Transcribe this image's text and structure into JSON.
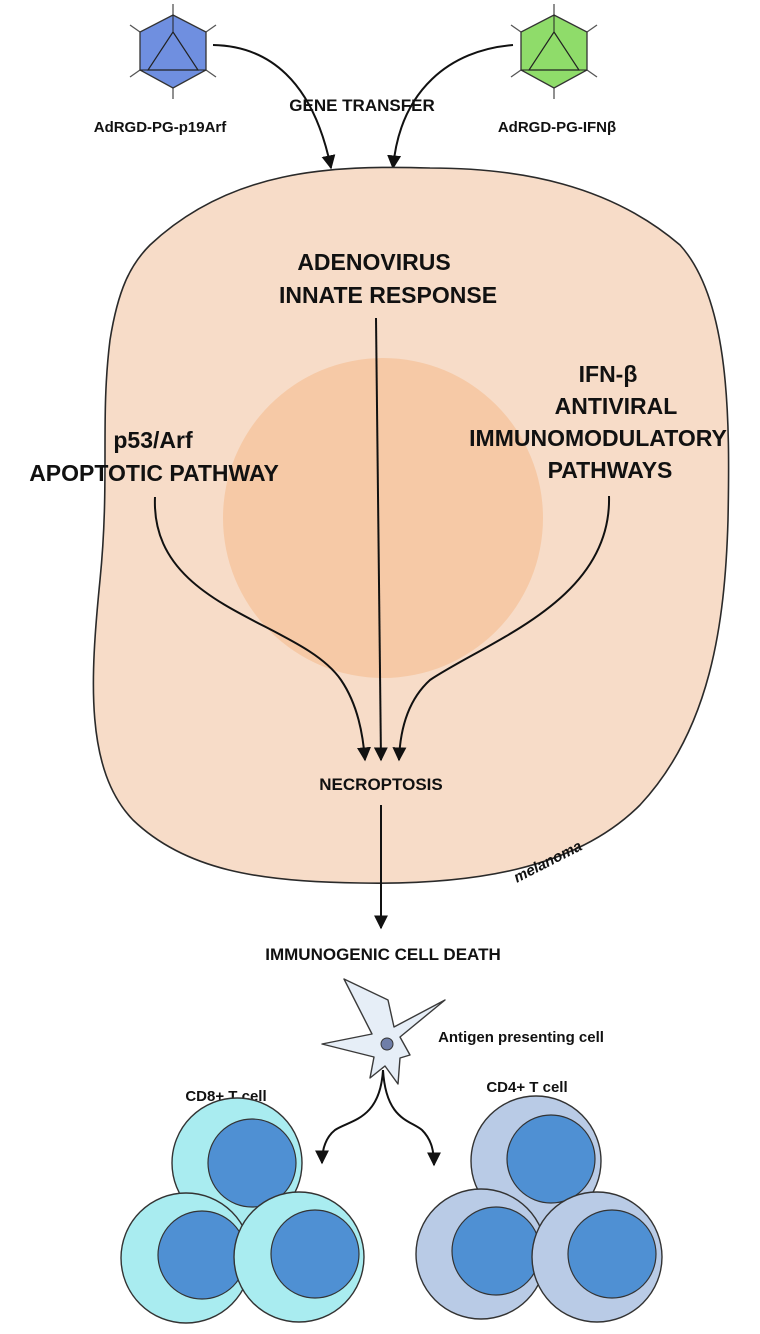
{
  "labels": {
    "vector_left": "AdRGD-PG-p19Arf",
    "vector_right": "AdRGD-PG-IFNβ",
    "gene_transfer": "GENE TRANSFER",
    "innate_line1": "ADENOVIRUS",
    "innate_line2": "INNATE RESPONSE",
    "p53_line1": "p53/Arf",
    "p53_line2": "APOPTOTIC PATHWAY",
    "ifn_line1": "IFN-β",
    "ifn_line2": "ANTIVIRAL",
    "ifn_line3": "IMMUNOMODULATORY",
    "ifn_line4": "PATHWAYS",
    "necroptosis": "NECROPTOSIS",
    "melanoma": "melanoma",
    "icd": "IMMUNOGENIC CELL DEATH",
    "apc": "Antigen presenting cell",
    "cd8": "CD8+ T cell",
    "cd4": "CD4+ T cell"
  },
  "colors": {
    "vector_left": "#6f8fe0",
    "vector_right": "#8fdc6a",
    "cell_body": "#f7dcc8",
    "nucleus": "#f6c9a6",
    "apc": "#e6eef7",
    "cd8_outer": "#a9ecf0",
    "cd4_outer": "#b9cbe6",
    "t_nucleus": "#4f90d3"
  }
}
